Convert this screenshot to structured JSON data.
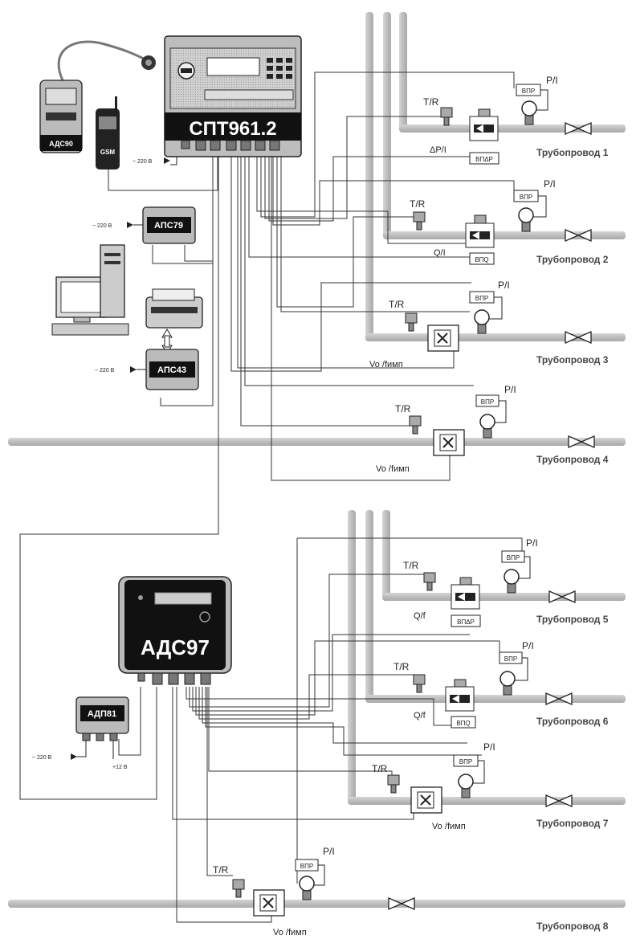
{
  "devices": {
    "spt": "СПТ961.2",
    "ads97": "АДС97",
    "adp81": "АДП81",
    "aps79": "АПС79",
    "aps43": "АПС43",
    "ads90": "АДС90",
    "gsm": "GSM"
  },
  "supply": {
    "v220": "~ 220 В",
    "v12": "+12 В"
  },
  "signals": {
    "tr": "T/R",
    "pi": "P/I",
    "dpi": "ΔP/I",
    "qi": "Q/I",
    "qf": "Q/f",
    "vimp": "Vo /fимп"
  },
  "boxes": {
    "vpr": "ВПР",
    "vpdp": "ВПΔР",
    "vpq": "ВПQ"
  },
  "pipelines": [
    "Трубопровод 1",
    "Трубопровод 2",
    "Трубопровод 3",
    "Трубопровод 4",
    "Трубопровод 5",
    "Трубопровод 6",
    "Трубопровод 7",
    "Трубопровод 8"
  ]
}
